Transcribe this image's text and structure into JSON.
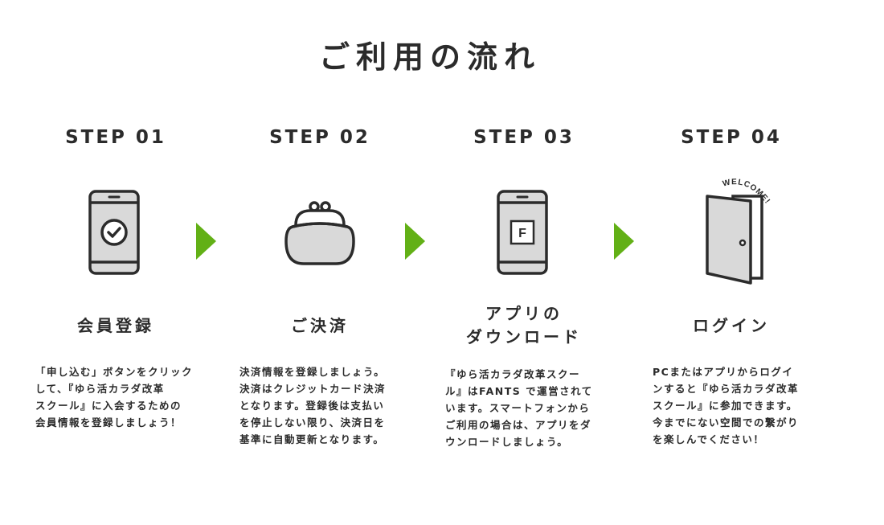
{
  "title": "ご利用の流れ",
  "steps": [
    {
      "label": "STEP 01",
      "name": "会員登録",
      "icon": "phone-check-icon",
      "description": "「申し込む」ボタンをクリック\nして、『ゆら活カラダ改革\nスクール』に入会するための\n会員情報を登録しましょう！"
    },
    {
      "label": "STEP 02",
      "name": "ご決済",
      "icon": "coin-purse-icon",
      "description": "決済情報を登録しましょう。\n決済はクレジットカード決済\nとなります。登録後は支払い\nを停止しない限り、決済日を\n基準に自動更新となります。"
    },
    {
      "label": "STEP 03",
      "name": "アプリの\nダウンロード",
      "icon": "phone-app-icon",
      "app_letter": "F",
      "description": "『ゆら活カラダ改革スクー\nル』はFANTS で運営されて\nいます。スマートフォンから\nご利用の場合は、アプリをダ\nウンロードしましょう。"
    },
    {
      "label": "STEP 04",
      "name": "ログイン",
      "icon": "door-icon",
      "sign_text": "WELCOME!",
      "description": "PCまたはアプリからログイ\nンすると『ゆら活カラダ改革\nスクール』に参加できます。\n今までにない空間での繋がり\nを楽しんでください！"
    }
  ],
  "colors": {
    "arrow": "#62b016",
    "text": "#2b2b2b",
    "icon_fill": "#d9d9d9"
  }
}
